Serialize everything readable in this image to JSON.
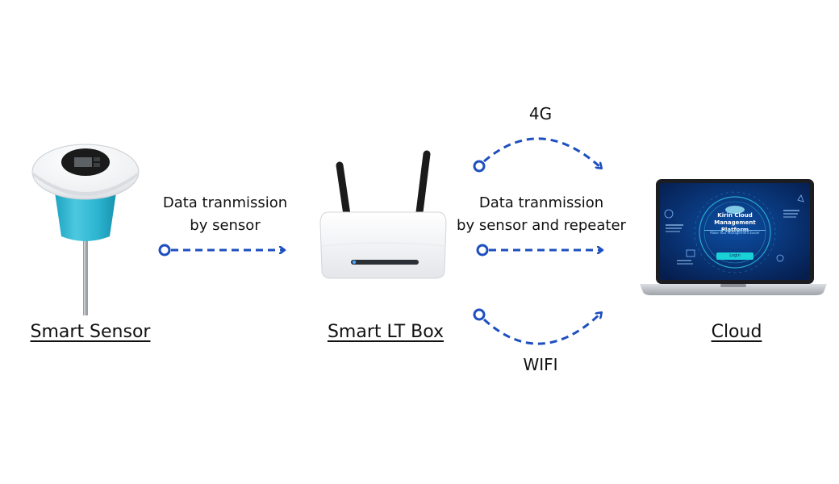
{
  "nodes": {
    "sensor": {
      "label": "Smart Sensor"
    },
    "box": {
      "label": "Smart LT Box"
    },
    "cloud": {
      "label": "Cloud"
    }
  },
  "links": {
    "sensor_to_box": {
      "line1": "Data tranmission",
      "line2": "by sensor"
    },
    "box_to_cloud": {
      "line1": "Data tranmission",
      "line2": "by sensor and repeater"
    },
    "g4": {
      "label": "4G"
    },
    "wifi": {
      "label": "WIFI"
    }
  },
  "laptop_screen": {
    "title_line1": "Kirin Cloud",
    "title_line2": "Management Platform",
    "subtitle": "Make Your Management Easier",
    "login_button": "Login"
  },
  "colors": {
    "arrow": "#1d4fbf",
    "sensor_body": "#2fb5cf",
    "screen_bg": "#07255e",
    "accent": "#2ec8e6"
  },
  "icons": {
    "sensor": "smart-sensor-device",
    "router": "wifi-router-device",
    "laptop": "laptop-device"
  }
}
